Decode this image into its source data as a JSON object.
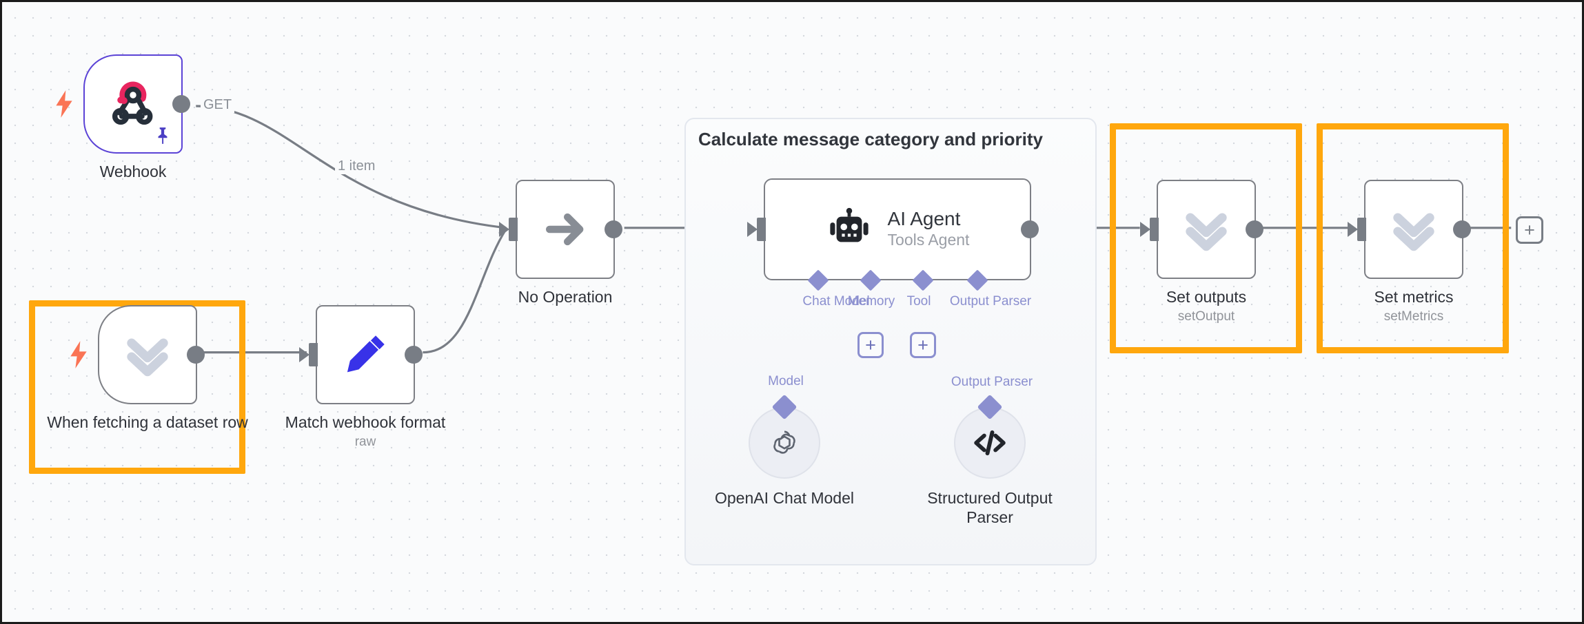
{
  "canvas": {
    "background": "#fafbfc",
    "grid": "dotted",
    "highlight_color": "#FFA70D",
    "accent_purple": "#5b43d6",
    "subnode_accent": "#8b8fcf"
  },
  "group": {
    "title": "Calculate message category and priority"
  },
  "nodes": [
    {
      "id": "webhook",
      "label": "Webhook",
      "subtitle": "",
      "icon": "webhook-icon",
      "type": "trigger",
      "border": "#5b43d6",
      "pinned": true,
      "highlighted": false,
      "output_label": "GET"
    },
    {
      "id": "when-fetching-dataset-row",
      "label": "When fetching a dataset row",
      "subtitle": "",
      "icon": "double-chevron-down-icon",
      "type": "trigger",
      "border": "#7d7f85",
      "pinned": false,
      "highlighted": true
    },
    {
      "id": "match-webhook-format",
      "label": "Match webhook format",
      "subtitle": "raw",
      "icon": "pencil-icon",
      "type": "action",
      "border": "#7d7f85",
      "highlighted": false
    },
    {
      "id": "no-operation",
      "label": "No Operation",
      "subtitle": "",
      "icon": "arrow-right-icon",
      "type": "action",
      "border": "#7d7f85",
      "selected": true,
      "highlighted": false
    },
    {
      "id": "ai-agent",
      "label": "AI Agent",
      "subtitle": "Tools Agent",
      "icon": "robot-icon",
      "type": "agent",
      "highlighted": false
    },
    {
      "id": "set-outputs",
      "label": "Set outputs",
      "subtitle": "setOutput",
      "icon": "double-chevron-down-icon",
      "type": "action",
      "border": "#7d7f85",
      "highlighted": true
    },
    {
      "id": "set-metrics",
      "label": "Set metrics",
      "subtitle": "setMetrics",
      "icon": "double-chevron-down-icon",
      "type": "action",
      "border": "#7d7f85",
      "highlighted": true
    }
  ],
  "agent_ports": [
    {
      "name": "Chat Model",
      "connected": true,
      "connector": "subnode"
    },
    {
      "name": "Memory",
      "connected": false,
      "connector": "plus"
    },
    {
      "name": "Tool",
      "connected": false,
      "connector": "plus"
    },
    {
      "name": "Output Parser",
      "connected": true,
      "connector": "subnode"
    }
  ],
  "subnodes": [
    {
      "id": "openai-chat-model",
      "label": "OpenAI Chat Model",
      "icon": "openai-icon",
      "port_label": "Model"
    },
    {
      "id": "structured-output-parser",
      "label": "Structured Output\nParser",
      "icon": "code-brackets-icon",
      "port_label": "Output Parser"
    }
  ],
  "connection_labels": {
    "webhook_out": "GET",
    "webhook_items": "1 item"
  },
  "buttons": {
    "add_node_trailing": "+",
    "add_memory": "+",
    "add_tool": "+"
  }
}
